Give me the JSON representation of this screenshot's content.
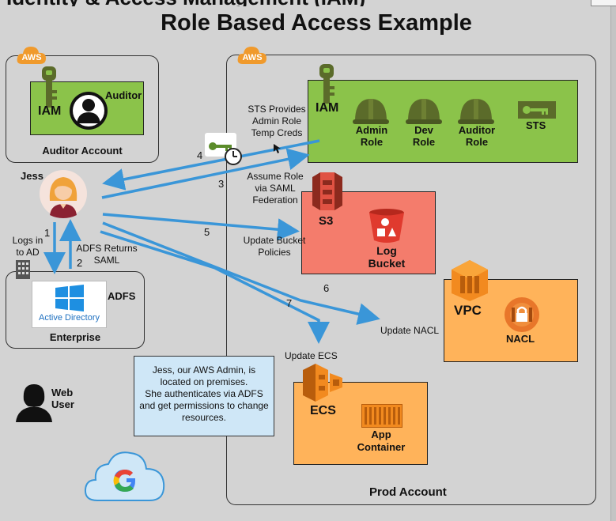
{
  "top_banner": {
    "text": "Identity & Access Management (IAM)"
  },
  "title": "Role Based Access Example",
  "auditor_account": {
    "aws_badge": "AWS",
    "iam_label": "IAM",
    "auditor_label": "Auditor",
    "account_label": "Auditor Account"
  },
  "prod_account": {
    "aws_badge": "AWS",
    "account_label": "Prod Account",
    "iam_box": {
      "iam_label": "IAM",
      "roles": [
        {
          "line1": "Admin",
          "line2": "Role"
        },
        {
          "line1": "Dev",
          "line2": "Role"
        },
        {
          "line1": "Auditor",
          "line2": "Role"
        }
      ],
      "sts_label": "STS"
    },
    "s3_box": {
      "s3_label": "S3",
      "bucket_line1": "Log",
      "bucket_line2": "Bucket"
    },
    "vpc_box": {
      "vpc_label": "VPC",
      "nacl_label": "NACL"
    },
    "ecs_box": {
      "ecs_label": "ECS",
      "container_line1": "App",
      "container_line2": "Container"
    }
  },
  "jess_label": "Jess",
  "enterprise": {
    "adfs_label": "ADFS",
    "ad_logo_text": "Active Directory",
    "label": "Enterprise"
  },
  "web_user": {
    "line1": "Web",
    "line2": "User"
  },
  "annotations": {
    "sts_provides": [
      "STS Provides",
      "Admin Role",
      "Temp Creds"
    ],
    "assume_role": [
      "Assume Role",
      "via SAML",
      "Federation"
    ],
    "logs_in": [
      "Logs in",
      "to AD"
    ],
    "adfs_returns": [
      "ADFS Returns",
      "SAML"
    ],
    "update_bucket": [
      "Update Bucket",
      "Policies"
    ],
    "update_nacl": "Update NACL",
    "update_ecs": "Update ECS"
  },
  "steps": [
    "1",
    "2",
    "3",
    "4",
    "5",
    "6",
    "7"
  ],
  "note": [
    "Jess, our AWS Admin, is",
    "located on premises.",
    "She authenticates via ADFS",
    "and get permissions to change",
    "resources."
  ],
  "colors": {
    "background": "#d3d3d3",
    "iam_green": "#8bc34a",
    "s3_red": "#f47c6c",
    "vpc_orange": "#ffb35a",
    "arrow_blue": "#3a96d8",
    "note_blue": "#cfe7f7",
    "aws_orange": "#f09a2c",
    "iam_dark": "#5b6b2a"
  }
}
